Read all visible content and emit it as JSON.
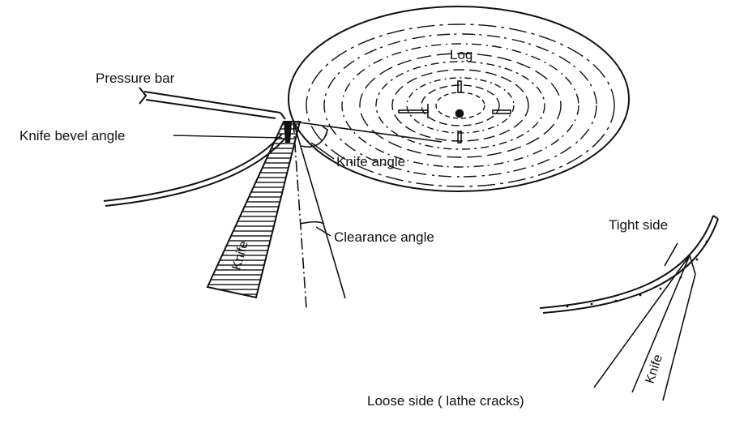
{
  "labels": {
    "log": "Log",
    "pressure_bar": "Pressure bar",
    "knife_bevel_angle": "Knife bevel angle",
    "knife_angle": "Knife angle",
    "clearance_angle": "Clearance angle",
    "knife_main": "Knife",
    "tight_side": "Tight side",
    "loose_side": "Loose side ( lathe cracks)",
    "knife_detail": "Knife"
  },
  "colors": {
    "ink": "#111111",
    "background": "#ffffff"
  }
}
